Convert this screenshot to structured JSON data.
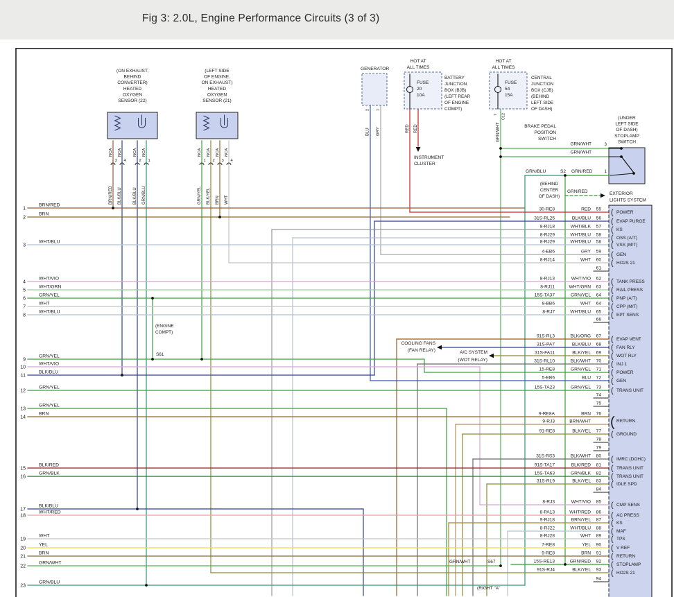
{
  "header": {
    "title": "Fig 3: 2.0L, Engine Performance Circuits (3 of 3)"
  },
  "palette": {
    "RED": "#cc2222",
    "BRN/RED": "#9b5a33",
    "BRN": "#8b6a2a",
    "BRN/WHT": "#b09060",
    "BRN/YEL": "#a8862a",
    "WHT": "#c4c4c4",
    "WHT/BLU": "#b4c0d4",
    "WHT/VIO": "#d2a6d2",
    "WHT/GRN": "#9cd09c",
    "WHT/RED": "#e4a0a0",
    "WHT/BLK": "#9a9a9a",
    "GRN/YEL": "#3f9e3f",
    "GRN/WHT": "#53b053",
    "GRN/BLU": "#2f9678",
    "GRN/RED": "#2fa12f",
    "GRN/BLK": "#1f7a1f",
    "BLK/BLU": "#2f3f92",
    "BLK/RED": "#8f2020",
    "BLK/YEL": "#8a8a30",
    "BLK/ORG": "#9a5a20",
    "BLK/WHT": "#6a6a6a",
    "YEL": "#e6de3c",
    "GRY": "#a8a8a8",
    "BLU": "#3a55c0"
  },
  "sensors": [
    {
      "caption": [
        "(ON EXHAUST,",
        "BEHIND",
        "CONVERTER)",
        "HEATED",
        "OXYGEN",
        "SENSOR (22)"
      ],
      "pins": [
        {
          "num": "3",
          "conn": "NCA",
          "wire": "BRN/RED"
        },
        {
          "num": "4",
          "conn": "NCA",
          "wire": "BLK/BLU"
        },
        {
          "num": "2",
          "conn": "NCA",
          "wire": "BLK/BLU"
        },
        {
          "num": "1",
          "conn": "NCA",
          "wire": "GRN/BLU"
        }
      ]
    },
    {
      "caption": [
        "(LEFT SIDE",
        "OF ENGINE,",
        "ON EXHAUST)",
        "HEATED",
        "OXYGEN",
        "SENSOR (21)"
      ],
      "pins": [
        {
          "num": "1",
          "conn": "NCA",
          "wire": "GRN/YEL"
        },
        {
          "num": "2",
          "conn": "NCA",
          "wire": "BLK/YEL"
        },
        {
          "num": "3",
          "conn": "NCA",
          "wire": "BRN"
        },
        {
          "num": "4",
          "conn": "NCA",
          "wire": "WHT"
        }
      ]
    }
  ],
  "generator": {
    "label": "GENERATOR",
    "pins": [
      {
        "num": "2",
        "wire": "BLU"
      },
      {
        "num": "1",
        "wire": "GRY"
      }
    ]
  },
  "fuse1": {
    "hot": [
      "HOT AT",
      "ALL TIMES"
    ],
    "fuse": [
      "FUSE",
      "20",
      "10A"
    ],
    "box": [
      "BATTERY",
      "JUNCTION",
      "BOX (BJB)",
      "(LEFT REAR",
      "OF ENGINE",
      "COMPT)"
    ],
    "wires": [
      "RED",
      "RED"
    ],
    "dest": [
      "INSTRUMENT",
      "CLUSTER"
    ]
  },
  "fuse2": {
    "hot": [
      "HOT AT",
      "ALL TIMES"
    ],
    "fuse": [
      "FUSE",
      "54",
      "15A"
    ],
    "box": [
      "CENTRAL",
      "JUNCTION",
      "BOX (CJB)",
      "(BEHIND",
      "LEFT SIDE",
      "OF DASH)"
    ],
    "wire": "GRN/WHT",
    "pin": "7",
    "conn": "C12"
  },
  "brake_switch": {
    "label": [
      "BRAKE PEDAL",
      "POSITION",
      "SWITCH"
    ],
    "wire_top": "GRN/WHT",
    "wire_bottom": "GRN/WHT",
    "pin_in": "3",
    "pin_out": "1"
  },
  "stoplamp_switch": {
    "caption": [
      "(UNDER",
      "LEFT SIDE",
      "OF DASH)",
      "STOPLAMP",
      "SWITCH"
    ]
  },
  "s2": {
    "name": "S2",
    "wire_left": "GRN/BLU",
    "wire_right": "GRN/RED",
    "location": [
      "(BEHIND",
      "CENTER",
      "OF DASH)"
    ],
    "branch_wire": "GRN/RED",
    "dest": [
      "EXTERIOR",
      "LIGHTS SYSTEM"
    ]
  },
  "s61": {
    "name": "S61",
    "location": [
      "(ENGINE",
      "COMPT)"
    ]
  },
  "s67": {
    "name": "S67",
    "wire": "GRN/WHT"
  },
  "fan_note": [
    "COOLING FANS",
    "(FAN RELAY)"
  ],
  "wot_note": [
    "A/C SYSTEM",
    "(WOT RELAY)"
  ],
  "bottom_note": "(RIGHT \"A\"",
  "left_rows": [
    {
      "num": "1",
      "wire": "BRN/RED"
    },
    {
      "num": "2",
      "wire": "BRN"
    },
    {
      "num": "3",
      "wire": "WHT/BLU"
    },
    {
      "num": "4",
      "wire": "WHT/VIO"
    },
    {
      "num": "5",
      "wire": "WHT/GRN"
    },
    {
      "num": "6",
      "wire": "GRN/YEL"
    },
    {
      "num": "7",
      "wire": "WHT"
    },
    {
      "num": "8",
      "wire": "WHT/BLU"
    },
    {
      "num": "9",
      "wire": "GRN/YEL"
    },
    {
      "num": "10",
      "wire": "WHT/VIO"
    },
    {
      "num": "11",
      "wire": "BLK/BLU"
    },
    {
      "num": "12",
      "wire": "GRN/YEL"
    },
    {
      "num": "13",
      "wire": "GRN/YEL"
    },
    {
      "num": "14",
      "wire": "BRN"
    },
    {
      "num": "15",
      "wire": "BLK/RED"
    },
    {
      "num": "16",
      "wire": "GRN/BLK"
    },
    {
      "num": "17",
      "wire": "BLK/BLU"
    },
    {
      "num": "18",
      "wire": "WHT/RED"
    },
    {
      "num": "19",
      "wire": "WHT"
    },
    {
      "num": "20",
      "wire": "YEL"
    },
    {
      "num": "21",
      "wire": "BRN"
    },
    {
      "num": "22",
      "wire": "GRN/WHT"
    },
    {
      "num": "23",
      "wire": "GRN/BLU"
    }
  ],
  "right_rows": [
    {
      "id": "30-RE8",
      "color": "RED",
      "pin": "55",
      "label": "POWER"
    },
    {
      "id": "31S-RL25",
      "color": "BLK/BLU",
      "pin": "56",
      "label": "EVAP PURGE"
    },
    {
      "id": "8-RJ18",
      "color": "WHT/BLK",
      "pin": "57",
      "label": "KS"
    },
    {
      "id": "8-RJ29",
      "color": "WHT/BLU",
      "pin": "58",
      "label": "OSS  (A/T)"
    },
    {
      "id": "8-RJ29",
      "color": "WHT/BLU",
      "pin": "58",
      "label": "VSS  (M/T)"
    },
    {
      "id": "4-EB6",
      "color": "GRY",
      "pin": "59",
      "label": "GEN"
    },
    {
      "id": "8-RJ14",
      "color": "WHT",
      "pin": "60",
      "label": "HO2S 21"
    },
    {
      "pin": "61"
    },
    {
      "id": "8-RJ13",
      "color": "WHT/VIO",
      "pin": "62",
      "label": "TANK PRESS"
    },
    {
      "id": "8-RJ11",
      "color": "WHT/GRN",
      "pin": "63",
      "label": "RAIL PRESS"
    },
    {
      "id": "15S-TA37",
      "color": "GRN/YEL",
      "pin": "64",
      "label": "PNP  (A/T)"
    },
    {
      "id": "8-BB6",
      "color": "WHT",
      "pin": "64",
      "label": "CPP  (M/T)"
    },
    {
      "id": "8-RJ7",
      "color": "WHT/BLU",
      "pin": "65",
      "label": "EPT SENS"
    },
    {
      "pin": "66"
    },
    {
      "id": "91S-RL3",
      "color": "BLK/ORG",
      "pin": "67",
      "label": "EVAP VENT"
    },
    {
      "id": "31S-PA7",
      "color": "BLK/BLU",
      "pin": "68",
      "label": "FAN RLY"
    },
    {
      "id": "31S-FA11",
      "color": "BLK/YEL",
      "pin": "69",
      "label": "WOT RLY"
    },
    {
      "id": "31S-RL10",
      "color": "BLK/WHT",
      "pin": "70",
      "label": "INJ 1"
    },
    {
      "id": "15-RE8",
      "color": "GRN/YEL",
      "pin": "71",
      "label": "POWER"
    },
    {
      "id": "5-EB6",
      "color": "BLU",
      "pin": "72",
      "label": "GEN"
    },
    {
      "id": "15S-TA23",
      "color": "GRN/YEL",
      "pin": "73",
      "label": "TRANS UNIT"
    },
    {
      "pin": "74"
    },
    {
      "pin": "75"
    },
    {
      "id": "9-RE8A",
      "color": "BRN",
      "pin": "76",
      "label": "RETURN",
      "span": 2
    },
    {
      "id": "9-RJ3",
      "color": "BRN/WHT",
      "pin": ""
    },
    {
      "id": "91-RE8",
      "color": "BLK/YEL",
      "pin": "77",
      "label": "GROUND"
    },
    {
      "pin": "78"
    },
    {
      "pin": "79"
    },
    {
      "id": "31S-RS3",
      "color": "BLK/WHT",
      "pin": "80",
      "label": "IMRC (DOHC)"
    },
    {
      "id": "91S-TA17",
      "color": "BLK/RED",
      "pin": "81",
      "label": "TRANS UNIT"
    },
    {
      "id": "15S-TA63",
      "color": "GRN/BLK",
      "pin": "82",
      "label": "TRANS UNIT"
    },
    {
      "id": "31S-RL9",
      "color": "BLK/YEL",
      "pin": "83",
      "label": "IDLE SPD"
    },
    {
      "pin": "84"
    },
    {
      "id": "8-RJ3",
      "color": "WHT/VIO",
      "pin": "85",
      "label": "CMP SENS"
    },
    {
      "id": "8-PA13",
      "color": "WHT/RED",
      "pin": "86",
      "label": "AC PRESS"
    },
    {
      "id": "9-RJ18",
      "color": "BRN/YEL",
      "pin": "87",
      "label": "KS"
    },
    {
      "id": "8-RJ22",
      "color": "WHT/BLU",
      "pin": "88",
      "label": "MAF"
    },
    {
      "id": "8-RJ28",
      "color": "WHT",
      "pin": "89",
      "label": "TPS"
    },
    {
      "id": "7-RE8",
      "color": "YEL",
      "pin": "90",
      "label": "V REF"
    },
    {
      "id": "9-RE8",
      "color": "BRN",
      "pin": "91",
      "label": "RETURN"
    },
    {
      "id": "15S-RE13",
      "color": "GRN/RED",
      "pin": "92",
      "label": "STOPLAMP"
    },
    {
      "id": "91S-RJ4",
      "color": "BLK/YEL",
      "pin": "93",
      "label": "HO2S 21"
    },
    {
      "pin": "94"
    }
  ]
}
